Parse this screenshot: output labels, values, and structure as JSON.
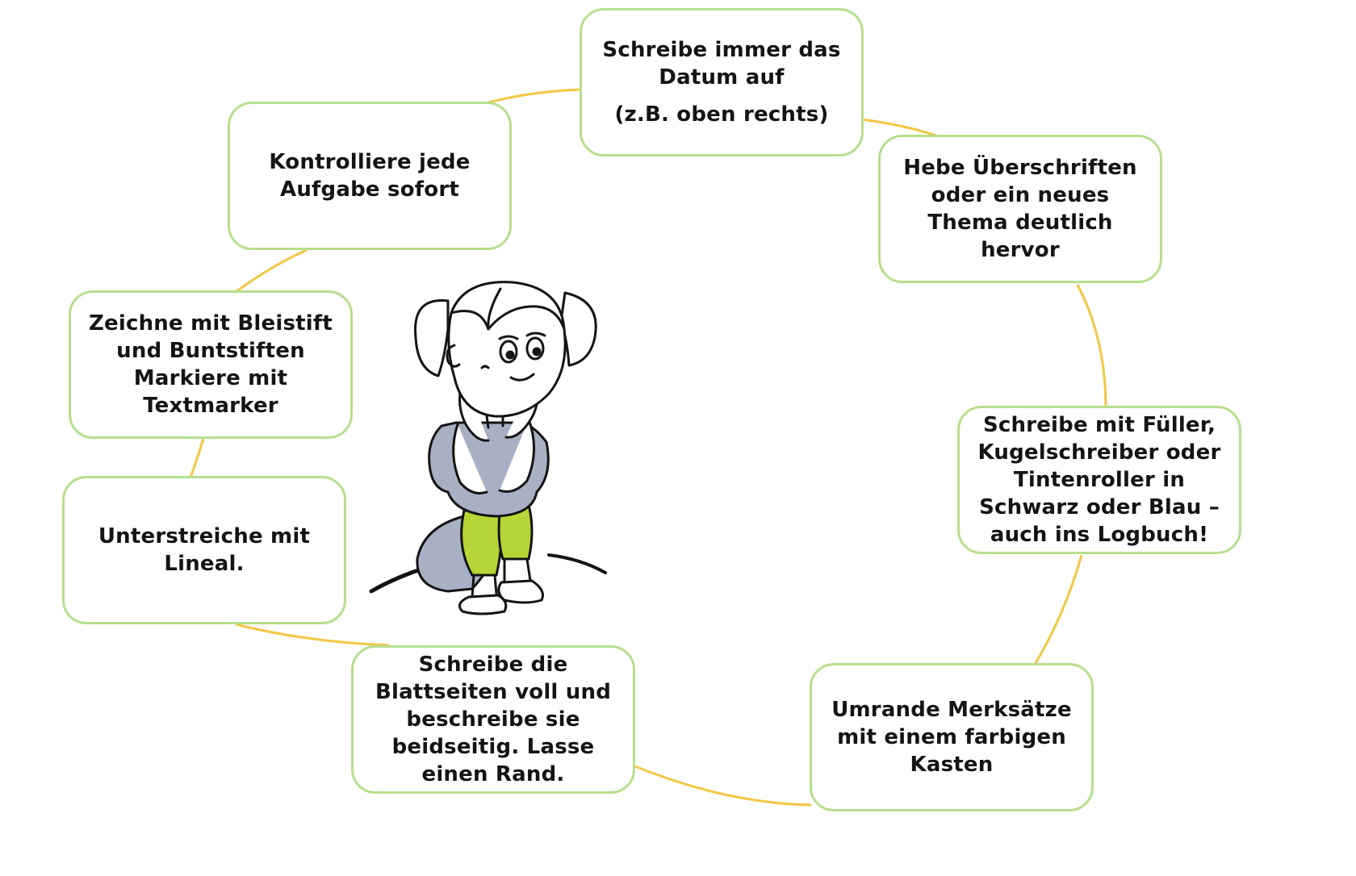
{
  "diagram": {
    "colors": {
      "connector": "#f2c744",
      "box_border": "#b6df8c",
      "text": "#141414",
      "shirt": "#a8b0c4",
      "leggings": "#b4d636"
    },
    "nodes": [
      {
        "id": "date",
        "lines": [
          "Schreibe immer das",
          "Datum auf"
        ],
        "extra": "(z.B. oben rechts)"
      },
      {
        "id": "headings",
        "lines": [
          "Hebe Überschriften",
          "oder ein neues",
          "Thema deutlich",
          "hervor"
        ]
      },
      {
        "id": "pen",
        "lines": [
          "Schreibe mit Füller,",
          "Kugelschreiber oder",
          "Tintenroller in",
          "Schwarz oder Blau –",
          "auch ins Logbuch!"
        ]
      },
      {
        "id": "frame",
        "lines": [
          "Umrande Merksätze",
          "mit einem farbigen",
          "Kasten"
        ]
      },
      {
        "id": "pages",
        "lines": [
          "Schreibe die",
          "Blattseiten voll und",
          "beschreibe sie",
          "beidseitig. Lasse",
          "einen Rand."
        ]
      },
      {
        "id": "underline",
        "lines": [
          "Unterstreiche mit",
          "Lineal."
        ]
      },
      {
        "id": "draw",
        "lines": [
          "Zeichne mit Bleistift",
          "und Buntstiften",
          "Markiere mit",
          "Textmarker"
        ]
      },
      {
        "id": "check",
        "lines": [
          "Kontrolliere jede",
          "Aufgabe sofort"
        ]
      }
    ],
    "illustration": "girl-thinking-illustration"
  }
}
